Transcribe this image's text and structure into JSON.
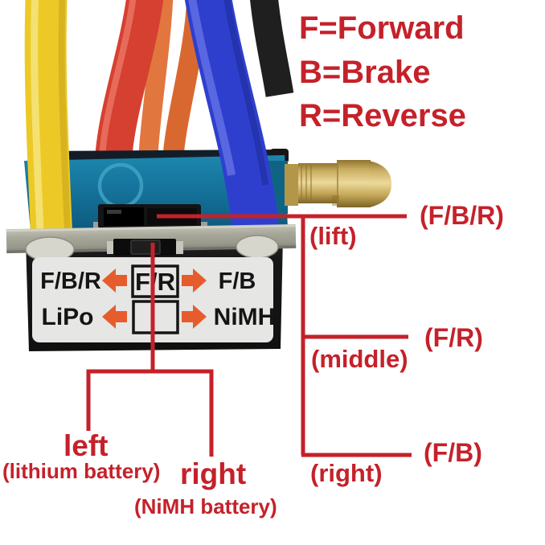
{
  "legend": {
    "lines": [
      "F=Forward",
      "B=Brake",
      "R=Reverse"
    ]
  },
  "callouts": {
    "lift": {
      "mode": "(F/B/R)",
      "position": "(lift)"
    },
    "middle": {
      "mode": "(F/R)",
      "position": "(middle)"
    },
    "right": {
      "mode": "(F/B)",
      "position": "(right)"
    }
  },
  "battery_callouts": {
    "left": {
      "title": "left",
      "subtitle": "(lithium battery)"
    },
    "right": {
      "title": "right",
      "subtitle": "(NiMH battery)"
    }
  },
  "switch_label_panel": {
    "row1": {
      "left": "F/B/R",
      "boxed": "F/R",
      "right": "F/B"
    },
    "row2": {
      "left": "LiPo",
      "boxed": "",
      "right": "NiMH"
    }
  },
  "icons": {
    "left_arrow": "arrow-left-icon",
    "right_arrow": "arrow-right-icon"
  },
  "colors": {
    "annotation_red": "#c5212a",
    "arrow_orange": "#e75c2d",
    "label_text_black": "#151515",
    "label_bg": "#e6e6e5",
    "heatsink_teal": "#15739b",
    "heatsink_ring": "#3fa3c6",
    "wire_yellow": "#ecc926",
    "wire_red": "#d64030",
    "wire_orange_1": "#e2763f",
    "wire_orange_2": "#d96830",
    "wire_blue": "#2f3fcd",
    "wire_black": "#1f1f1f",
    "brass_gold": "#c9ad62",
    "plate_silver": "#a6a699",
    "box_black": "#171717",
    "background": "#ffffff"
  }
}
